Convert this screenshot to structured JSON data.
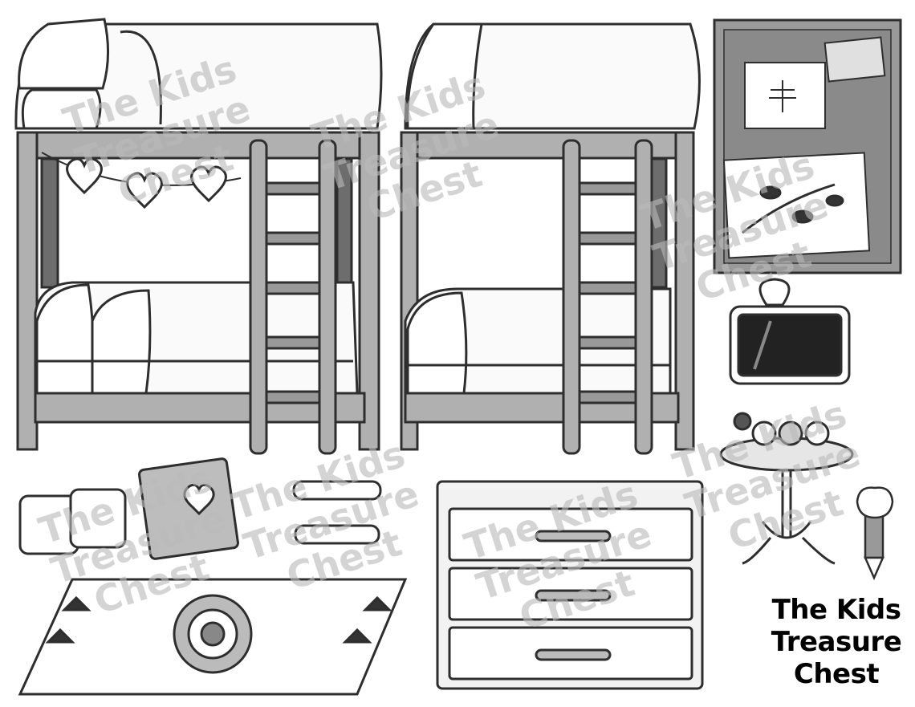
{
  "watermark": {
    "line1": "The Kids",
    "line2": "Treasure",
    "line3": "Chest"
  },
  "logo": {
    "line1": "The Kids",
    "line2": "Treasure",
    "line3": "Chest"
  },
  "colors": {
    "line": "#2e2e2e",
    "frame_gray": "#a9a9a9",
    "dark_gray": "#6d6d6d",
    "board_gray": "#9a9a9a",
    "watermark": "#b9b9b9"
  }
}
